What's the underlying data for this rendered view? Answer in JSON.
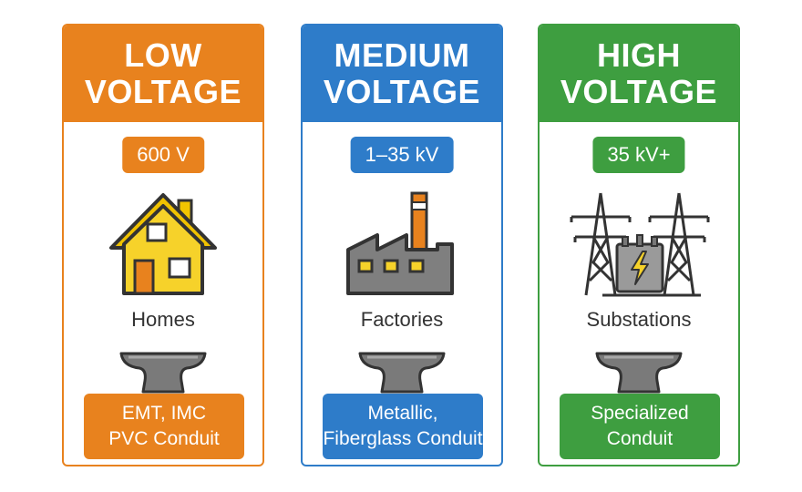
{
  "colors": {
    "low": "#E8821E",
    "medium": "#2E7CC9",
    "high": "#3E9E40"
  },
  "cards": [
    {
      "title_line1": "LOW",
      "title_line2": "VOLTAGE",
      "voltage": "600 V",
      "application": "Homes",
      "conduit_line1": "EMT, IMC",
      "conduit_line2": "PVC Conduit",
      "icon": "house-icon"
    },
    {
      "title_line1": "MEDIUM",
      "title_line2": "VOLTAGE",
      "voltage": "1–35 kV",
      "application": "Factories",
      "conduit_line1": "Metallic,",
      "conduit_line2": "Fiberglass Conduit",
      "icon": "factory-icon"
    },
    {
      "title_line1": "HIGH",
      "title_line2": "VOLTAGE",
      "voltage": "35 kV+",
      "application": "Substations",
      "conduit_line1": "Specialized",
      "conduit_line2": "Conduit",
      "icon": "substation-icon"
    }
  ]
}
